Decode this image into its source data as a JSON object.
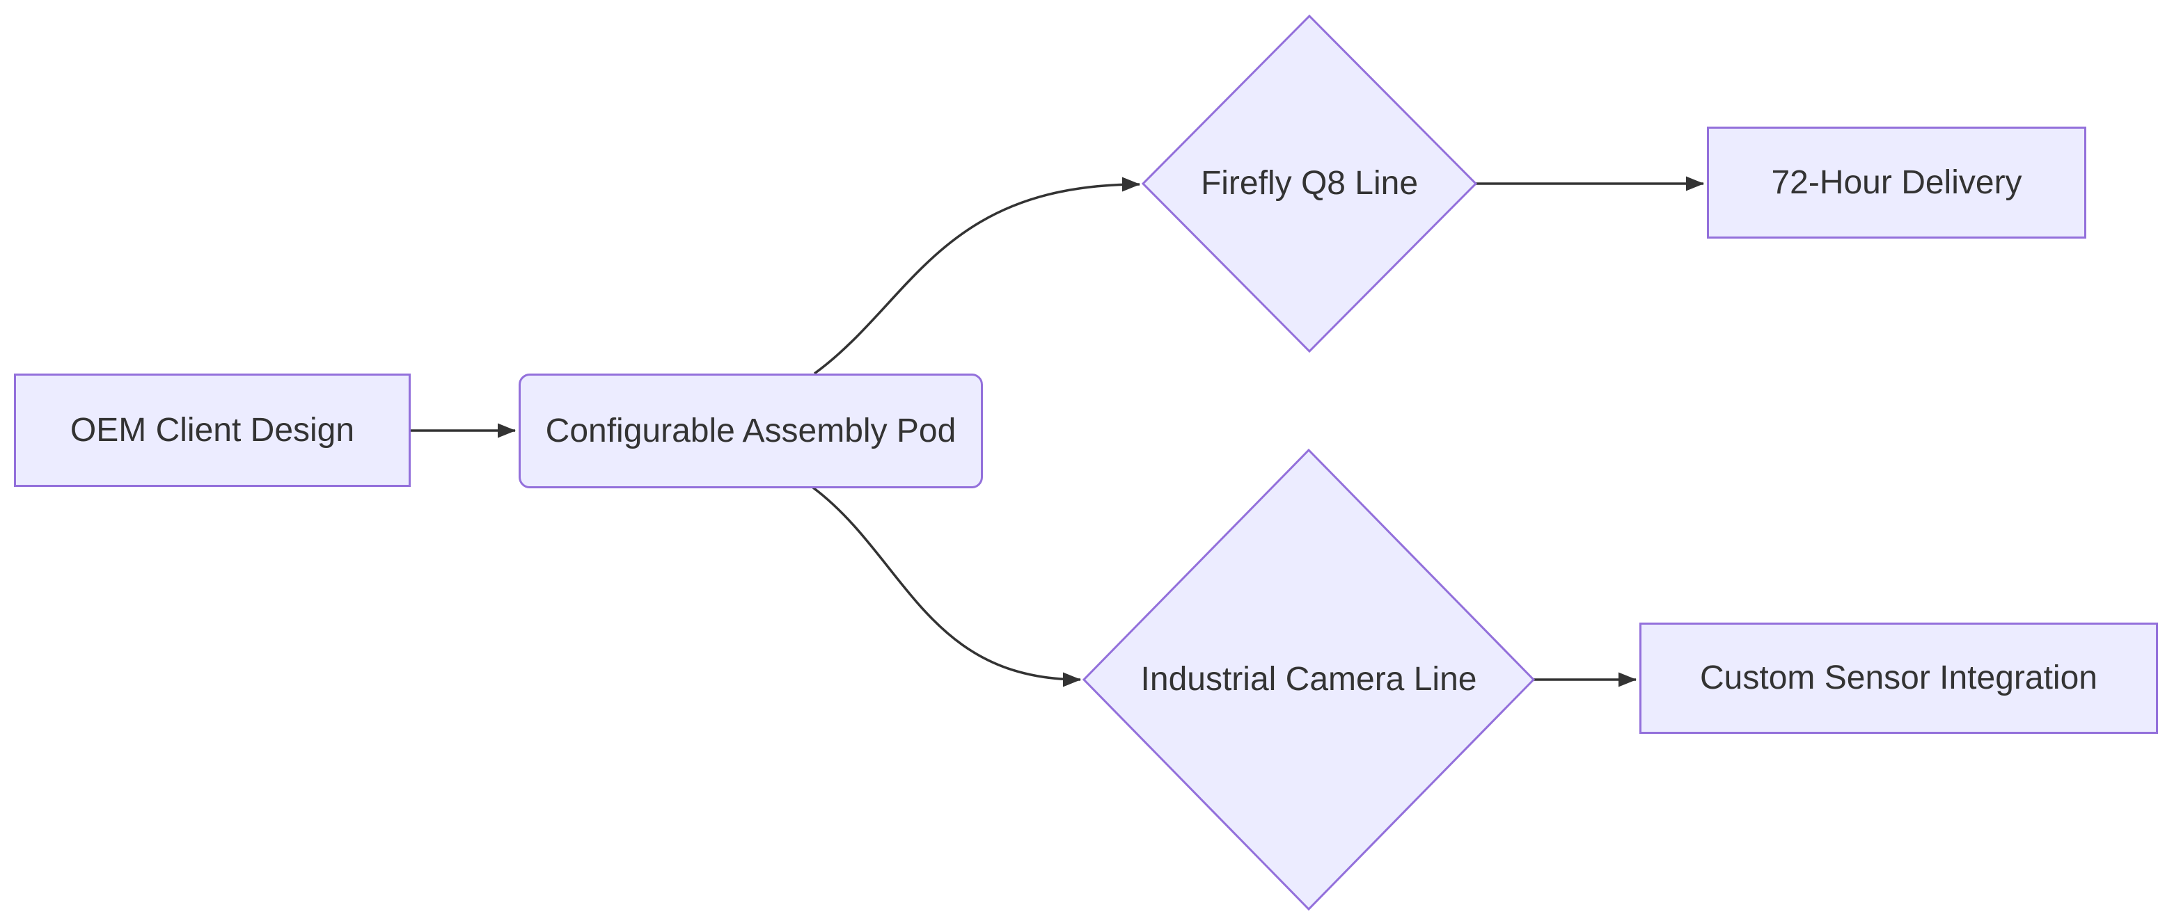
{
  "diagram": {
    "type": "flowchart",
    "direction": "left-to-right",
    "colors": {
      "node_fill": "#ECECFF",
      "node_border": "#9370DB",
      "edge": "#333333",
      "text": "#333333",
      "background": "#FFFFFF"
    },
    "nodes": [
      {
        "id": "A",
        "label": "OEM Client Design",
        "shape": "rectangle"
      },
      {
        "id": "B",
        "label": "Configurable Assembly Pod",
        "shape": "rounded-rectangle"
      },
      {
        "id": "C",
        "label": "Firefly Q8 Line",
        "shape": "diamond"
      },
      {
        "id": "D",
        "label": "72-Hour Delivery",
        "shape": "rectangle"
      },
      {
        "id": "E",
        "label": "Industrial Camera Line",
        "shape": "diamond"
      },
      {
        "id": "F",
        "label": "Custom Sensor Integration",
        "shape": "rectangle"
      }
    ],
    "edges": [
      {
        "from": "OEM Client Design",
        "to": "Configurable Assembly Pod",
        "arrow": true
      },
      {
        "from": "Configurable Assembly Pod",
        "to": "Firefly Q8 Line",
        "arrow": true
      },
      {
        "from": "Configurable Assembly Pod",
        "to": "Industrial Camera Line",
        "arrow": true
      },
      {
        "from": "Firefly Q8 Line",
        "to": "72-Hour Delivery",
        "arrow": true
      },
      {
        "from": "Industrial Camera Line",
        "to": "Custom Sensor Integration",
        "arrow": true
      }
    ]
  }
}
